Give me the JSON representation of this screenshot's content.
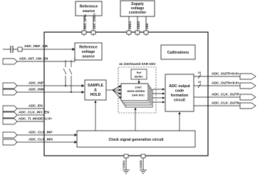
{
  "top_blocks": {
    "reference_source": [
      "Reference",
      "source"
    ],
    "supply_controller": [
      "Supply",
      "voltage",
      "controller"
    ]
  },
  "top_pins": [
    "REG_GPIO",
    "ADC_GOUT",
    "VDDA",
    "VDDD",
    "VDD"
  ],
  "bottom_pins": [
    "GNDA",
    "GNDD"
  ],
  "inputs": [
    "ADC_REF_CM",
    "ADC_INT_CM_EN",
    "ADC_INP",
    "ADC_INN",
    "ADC_EN",
    "ADC_CLK_INV_EN",
    "ADC_TI_MODE<1:0>",
    "ADC_CLK_INP",
    "ADC_CLK_INN"
  ],
  "outputs": [
    "ADC_OUTP<9:0>",
    "ADC_OUTN<9:0>",
    "ADC_CLK_OUTP",
    "ADC_CLK_OUTN"
  ],
  "bus_width": "10",
  "blocks": {
    "ref_voltage_source": [
      "Reference",
      "voltage",
      "source"
    ],
    "calibrations": "Calibrations",
    "sample_hold": [
      "SAMPLE",
      "&",
      "HOLD"
    ],
    "sar_group_title": "4x interleaved SAR ADC",
    "ref_buffer": [
      "Ref",
      "Buffer"
    ],
    "sar_adc": [
      "10bit",
      "HIGH-SPEED",
      "SAR ADC"
    ],
    "output_code": [
      "ADC output",
      "code",
      "formation",
      "circuit"
    ],
    "clock_gen": "Clock signal generation circuit"
  }
}
